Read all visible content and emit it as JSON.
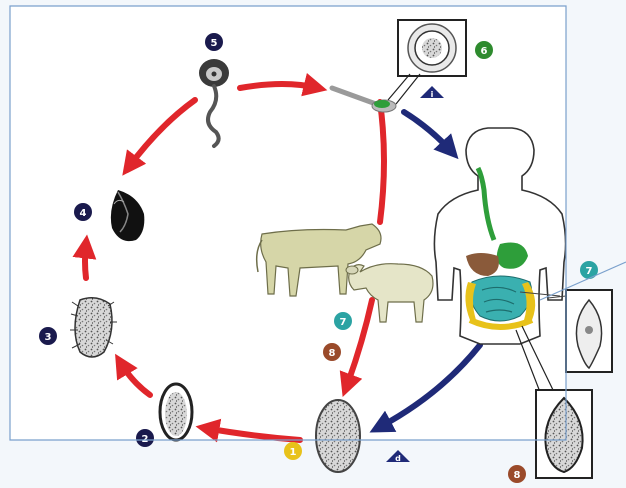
{
  "badges": {
    "b1": "1",
    "b2": "2",
    "b3": "3",
    "b4": "4",
    "b5": "5",
    "b6": "6",
    "b7a": "7",
    "b7b": "7",
    "b8a": "8",
    "b8b": "8"
  },
  "markers": {
    "i": "i",
    "d": "d"
  },
  "colors": {
    "red_arrow": "#e0262b",
    "blue_arrow": "#1f2a78",
    "badge_navy": "#1a1a4d",
    "badge_green": "#2e8b2e",
    "badge_teal": "#2ba3a3",
    "badge_brown": "#9a4a2a",
    "badge_yellow": "#e8c21a",
    "cattle": "#d6d6a8",
    "frame_line": "#7aa0cc"
  }
}
